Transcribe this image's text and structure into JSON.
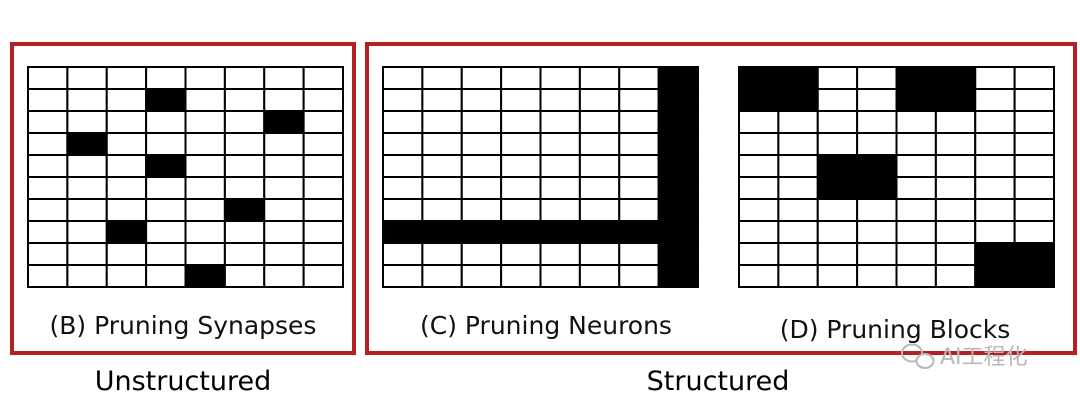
{
  "panels": [
    {
      "id": "synapses",
      "caption": "(B) Pruning Synapses",
      "rows": 10,
      "cols": 8,
      "pruned_cells": [
        [
          1,
          3
        ],
        [
          2,
          6
        ],
        [
          3,
          1
        ],
        [
          4,
          3
        ],
        [
          6,
          5
        ],
        [
          7,
          2
        ],
        [
          9,
          4
        ]
      ]
    },
    {
      "id": "neurons",
      "caption": "(C) Pruning Neurons",
      "rows": 10,
      "cols": 8,
      "pruned_rows": [
        7
      ],
      "pruned_cols": [
        7
      ]
    },
    {
      "id": "blocks",
      "caption": "(D) Pruning Blocks",
      "rows": 10,
      "cols": 8,
      "pruned_cells": [
        [
          0,
          0
        ],
        [
          0,
          1
        ],
        [
          1,
          0
        ],
        [
          1,
          1
        ],
        [
          0,
          4
        ],
        [
          0,
          5
        ],
        [
          1,
          4
        ],
        [
          1,
          5
        ],
        [
          4,
          2
        ],
        [
          4,
          3
        ],
        [
          5,
          2
        ],
        [
          5,
          3
        ],
        [
          8,
          6
        ],
        [
          8,
          7
        ],
        [
          9,
          6
        ],
        [
          9,
          7
        ]
      ]
    }
  ],
  "group_labels": {
    "unstructured": "Unstructured",
    "structured": "Structured"
  },
  "watermark": "AI工程化",
  "colors": {
    "frame": "#b52025",
    "grid": "#000000",
    "pruned": "#000000",
    "cell": "#ffffff"
  }
}
